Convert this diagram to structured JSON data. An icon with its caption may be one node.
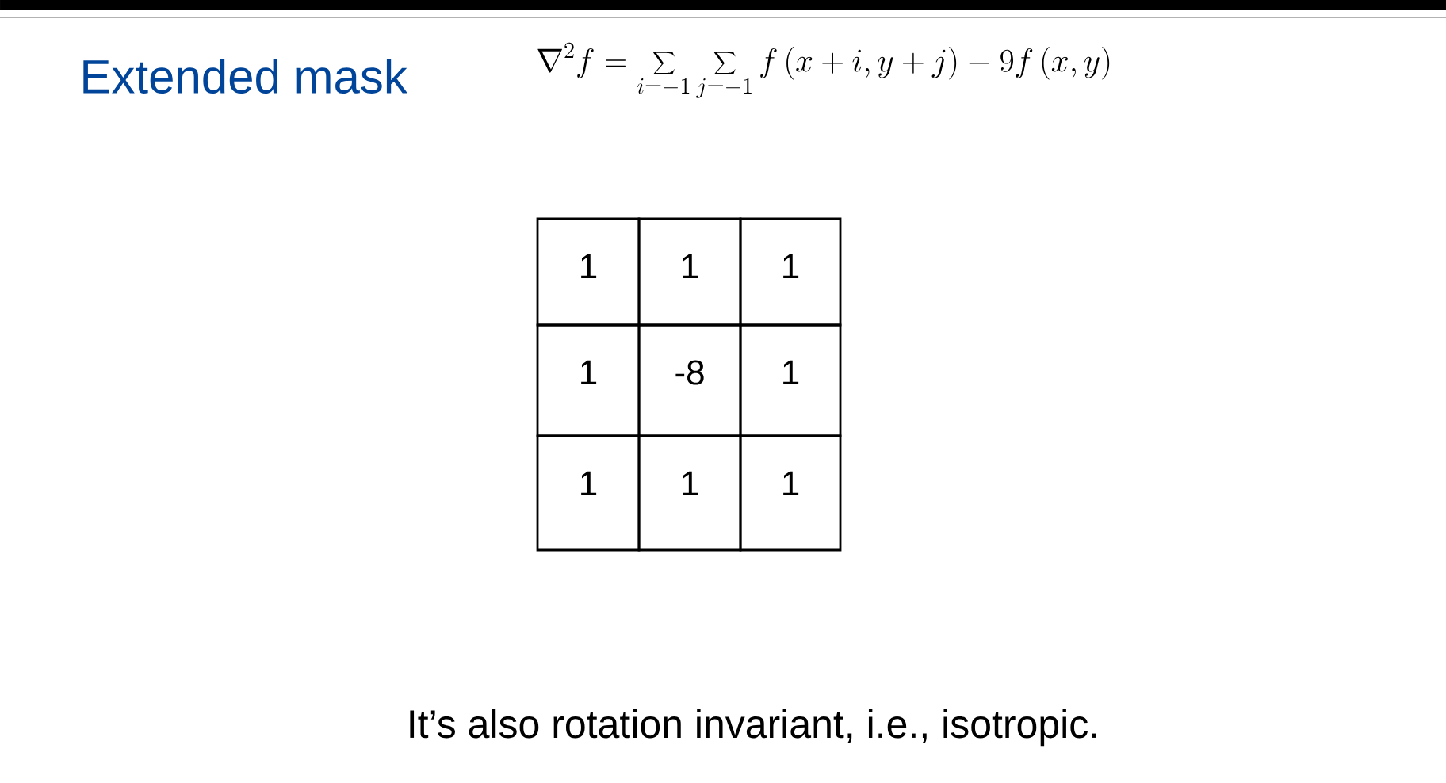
{
  "diagram": {
    "title": "Extended mask",
    "labels": [
      "\\nabla^2 f = \\sum_{i=-1} \\sum_{j=-1} f\\left(x+i, y+j\\right) - 9 f\\left(x, y\\right)",
      "1",
      "1",
      "1",
      "1",
      "-8",
      "1",
      "1",
      "1",
      "1"
    ],
    "caption": "It’s also rotation invariant, i.e., isotropic."
  }
}
